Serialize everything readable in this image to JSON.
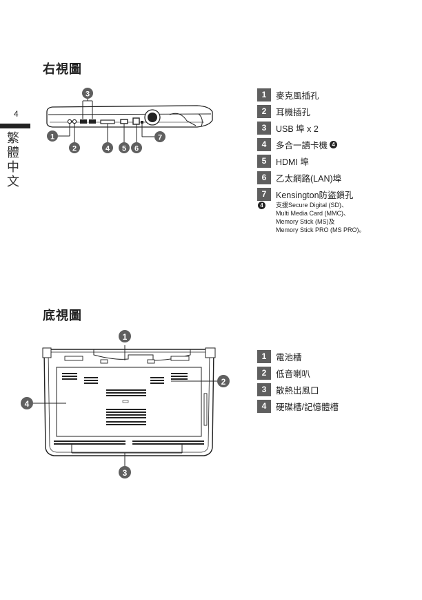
{
  "page": {
    "number": "4",
    "language_label": "繁體中文"
  },
  "right_view": {
    "title": "右視圖",
    "callouts": [
      "1",
      "2",
      "3",
      "4",
      "5",
      "6",
      "7"
    ],
    "items": [
      {
        "num": "1",
        "label": "麥克風插孔"
      },
      {
        "num": "2",
        "label": "耳機插孔"
      },
      {
        "num": "3",
        "label": "USB 埠 x 2"
      },
      {
        "num": "4",
        "label": "多合一讀卡機"
      },
      {
        "num": "5",
        "label": "HDMI 埠"
      },
      {
        "num": "6",
        "label": "乙太網路(LAN)埠"
      },
      {
        "num": "7",
        "label": "Kensington防盜鎖孔"
      }
    ],
    "card_reader_marker": "4",
    "note": {
      "marker": "4",
      "lines": [
        "支援Secure Digital (SD)、",
        "Multi Media Card (MMC)、",
        "Memory Stick (MS)及",
        "Memory Stick PRO (MS PRO)。"
      ]
    }
  },
  "bottom_view": {
    "title": "底視圖",
    "callouts": [
      "1",
      "2",
      "3",
      "4"
    ],
    "items": [
      {
        "num": "1",
        "label": "電池槽"
      },
      {
        "num": "2",
        "label": "低音喇叭"
      },
      {
        "num": "3",
        "label": "散熱出風口"
      },
      {
        "num": "4",
        "label": "硬碟槽/記憶體槽"
      }
    ]
  },
  "colors": {
    "callout_fill": "#5f5f5f",
    "text": "#222222"
  }
}
